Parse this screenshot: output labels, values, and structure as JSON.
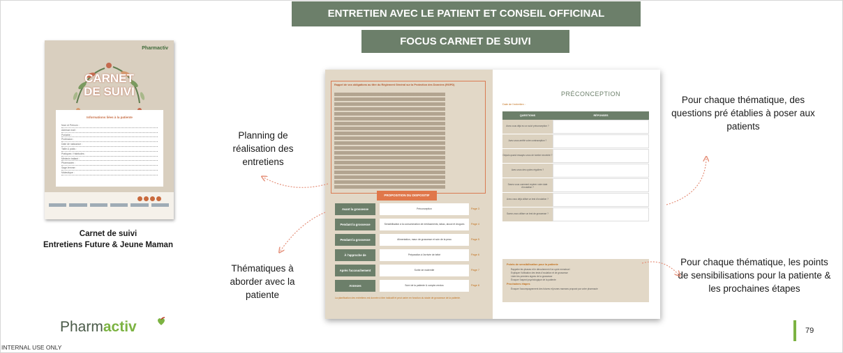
{
  "header": {
    "title": "ENTRETIEN AVEC LE PATIENT ET CONSEIL OFFICINAL",
    "subtitle": "FOCUS CARNET DE SUIVI"
  },
  "cover": {
    "brand": "Pharmactiv",
    "title_line1": "CARNET",
    "title_line2": "DE SUIVI",
    "box_title": "Informations liées à la patiente",
    "fields": [
      "Nom et Prénom :",
      "Adresse mail :",
      "Portable :",
      "Profession :",
      "Date de naissance :",
      "Taille & poids :",
      "Pratiques / Habitudes :",
      "Médecin traitant :",
      "Pharmacien :",
      "Sage-femme :",
      "Maïeutique :"
    ],
    "caption_line1": "Carnet de suivi",
    "caption_line2": "Entretiens Future & Jeune Maman"
  },
  "spread": {
    "left": {
      "rgpd_heading": "Rappel de vos obligations au titre du Règlement Général sur la Protection des Données (RGPD)",
      "proposition_title": "PROPOSITION DU DISPOSITIF",
      "rows": [
        {
          "label": "Avant la grossesse",
          "body": "Préconception",
          "page": "Page 3"
        },
        {
          "label": "Pendant la grossesse",
          "body": "Sensibilisation à la consommation de médicaments, tabac, alcool et drogues",
          "page": "Page 4"
        },
        {
          "label": "Pendant la grossesse",
          "body": "Alimentation, maux de grossesse et soin de la peau",
          "page": "Page 5"
        },
        {
          "label": "À l'approche de l'accouchement",
          "body": "Préparation à l'arrivée de bébé",
          "page": "Page 6"
        },
        {
          "label": "Après l'accouchement",
          "body": "Sortie de maternité",
          "page": "Page 7"
        },
        {
          "label": "Annexes",
          "body": "Suivi de la patiente & compte-rendus",
          "page": "Page 8"
        }
      ],
      "note": "La planification des entretiens est donnée à titre indicatif et peut varier en fonction du stade de grossesse de la patiente."
    },
    "right": {
      "title": "PRÉCONCEPTION",
      "date_label": "Date de l'entretien :",
      "col_questions": "QUESTIONS",
      "col_answers": "RÉPONSES",
      "questions": [
        "Avez-vous déjà eu un suivi préconception ?",
        "Avez-vous arrêté votre contraception ?",
        "Depuis quand essayez-vous de tomber enceinte ?",
        "Avez-vous des cycles réguliers ?",
        "Savez-vous comment repérer votre date d'ovulation ?",
        "Avez-vous déjà utilisé un test d'ovulation ?",
        "Savez-vous utiliser un test de grossesse ?"
      ],
      "sens_title": "Points de sensibilisation pour la patiente",
      "sens_points": [
        "Rappeler les phases et le déroulement d'un cycle menstruel",
        "Expliquer l'utilisation des tests d'ovulation et de grossesse",
        "Lister les premiers signes de la grossesse",
        "Évoquer l'aspect psychologique de la patiente"
      ],
      "next_title": "Prochaines étapes",
      "next_points": [
        "Évoquer l'accompagnement des futures et jeunes mamans proposé par votre pharmacie"
      ]
    }
  },
  "annotations": {
    "planning": "Planning de réalisation des entretiens",
    "themes": "Thématiques à aborder avec la patiente",
    "questions": "Pour chaque thématique, des questions pré établies à poser aux patients",
    "sensibilisation": "Pour chaque thématique, les points de sensibilisations pour la patiente & les prochaines étapes"
  },
  "footer": {
    "brand_prefix": "Pharm",
    "brand_suffix": "activ",
    "internal": "INTERNAL USE ONLY",
    "page_number": "79"
  },
  "colors": {
    "banner": "#6c7f6a",
    "accent_green": "#7cb342",
    "accent_orange": "#e0774a",
    "paper": "#e2d8c7"
  }
}
